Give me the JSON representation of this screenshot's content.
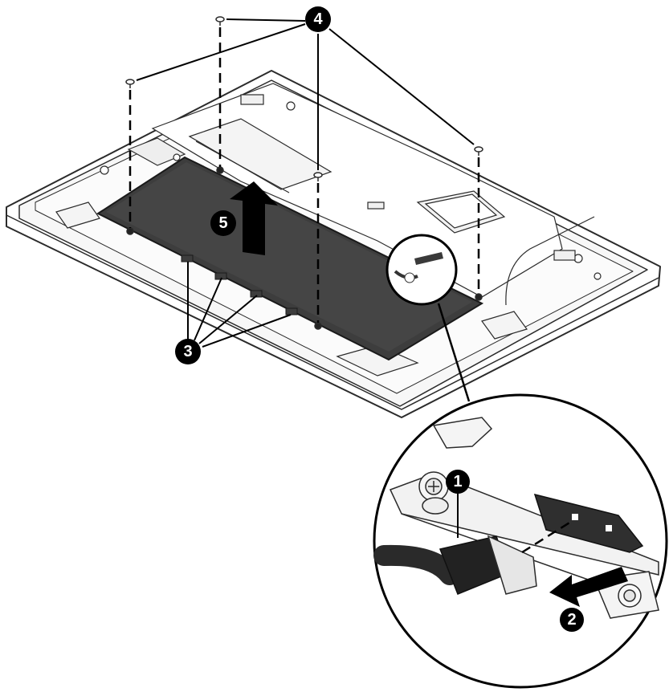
{
  "callouts": {
    "c1": "1",
    "c2": "2",
    "c3": "3",
    "c4": "4",
    "c5": "5"
  },
  "colors": {
    "line": "#2b2b2b",
    "battery": "#3d3d3d",
    "callout_fill": "#000000",
    "frame": "#ffffff"
  },
  "icons": {
    "screw": "screw-icon",
    "lift_arrow": "lift-arrow-icon",
    "slide_arrow": "slide-arrow-icon"
  }
}
